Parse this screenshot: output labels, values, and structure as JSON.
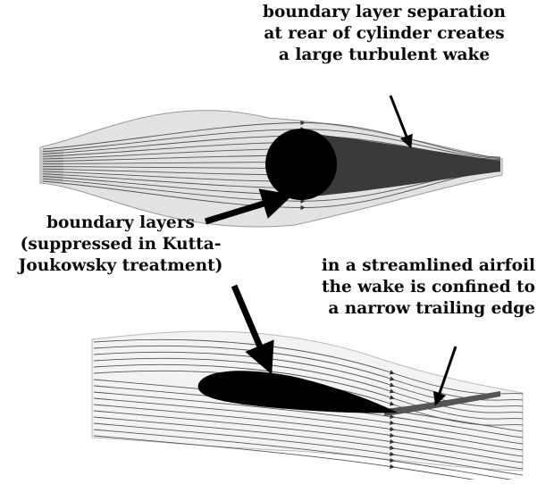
{
  "annotations": {
    "cylinder_wake": [
      "boundary layer separation",
      "at rear of cylinder creates",
      "a large turbulent wake"
    ],
    "boundary_layers": [
      "boundary layers",
      "(suppressed in Kutta-",
      "Joukowsky treatment)"
    ],
    "airfoil_wake": [
      "in a streamlined airfoil",
      "the wake is confined to",
      "a narrow trailing edge"
    ]
  },
  "colors": {
    "background": "#ffffff",
    "body": "#000000",
    "streamline": "#444444",
    "flow_band": "#dcdcdc",
    "wake": "#2a2a2a",
    "arrow": "#000000"
  }
}
